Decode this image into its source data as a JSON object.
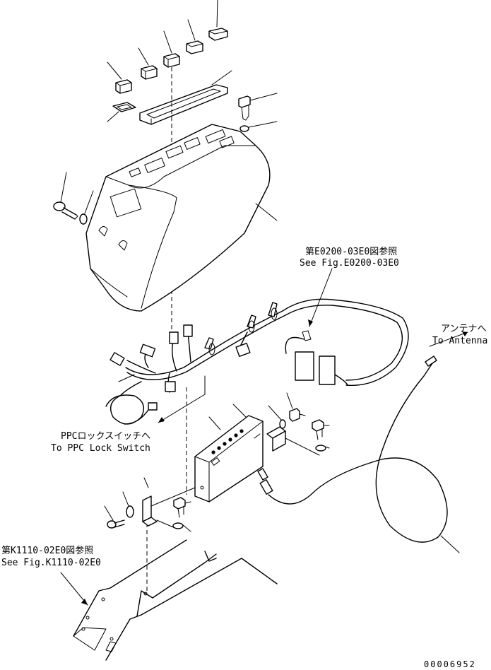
{
  "references": {
    "fig_e0200_jp": "第E0200-03E0図参照",
    "fig_e0200_en": "See Fig.E0200-03E0",
    "fig_k1110_jp": "第K1110-02E0図参照",
    "fig_k1110_en": "See Fig.K1110-02E0"
  },
  "destinations": {
    "antenna_jp": "アンテナへ",
    "antenna_en": "To Antenna",
    "ppc_lock_jp": "PPCロックスイッチへ",
    "ppc_lock_en": "To PPC Lock Switch"
  },
  "drawing_number": "00006952"
}
